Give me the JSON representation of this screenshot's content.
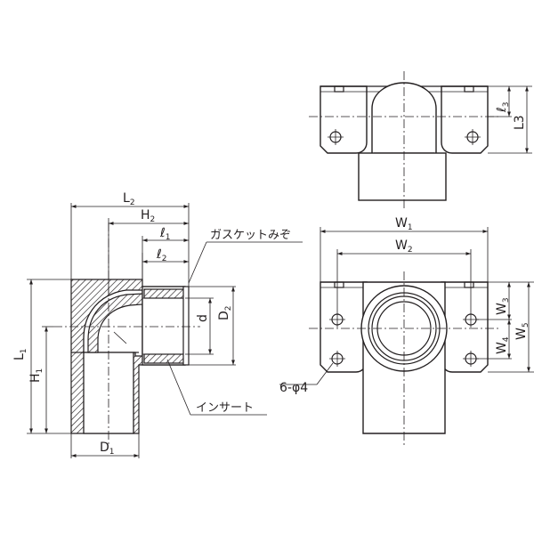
{
  "drawing": {
    "dimensions": {
      "L2": {
        "main": "L",
        "sub": "2"
      },
      "H2": {
        "main": "H",
        "sub": "2"
      },
      "l1": {
        "main": "ℓ",
        "sub": "1"
      },
      "l2": {
        "main": "ℓ",
        "sub": "2"
      },
      "L1": {
        "main": "L",
        "sub": "1"
      },
      "H1": {
        "main": "H",
        "sub": "1"
      },
      "D1": {
        "main": "D",
        "sub": "1"
      },
      "D2": {
        "main": "D",
        "sub": "2"
      },
      "d": "d",
      "l3": {
        "main": "ℓ",
        "sub": "3"
      },
      "L3": "L3",
      "W1": {
        "main": "W",
        "sub": "1"
      },
      "W2": {
        "main": "W",
        "sub": "2"
      },
      "W3": {
        "main": "W",
        "sub": "3"
      },
      "W4": {
        "main": "W",
        "sub": "4"
      },
      "W5": {
        "main": "W",
        "sub": "5"
      }
    },
    "callouts": {
      "gasket_groove": "ガスケットみぞ",
      "insert": "インサート",
      "holes": "6-φ4"
    },
    "colors": {
      "line": "#231f20",
      "background": "#ffffff"
    }
  }
}
